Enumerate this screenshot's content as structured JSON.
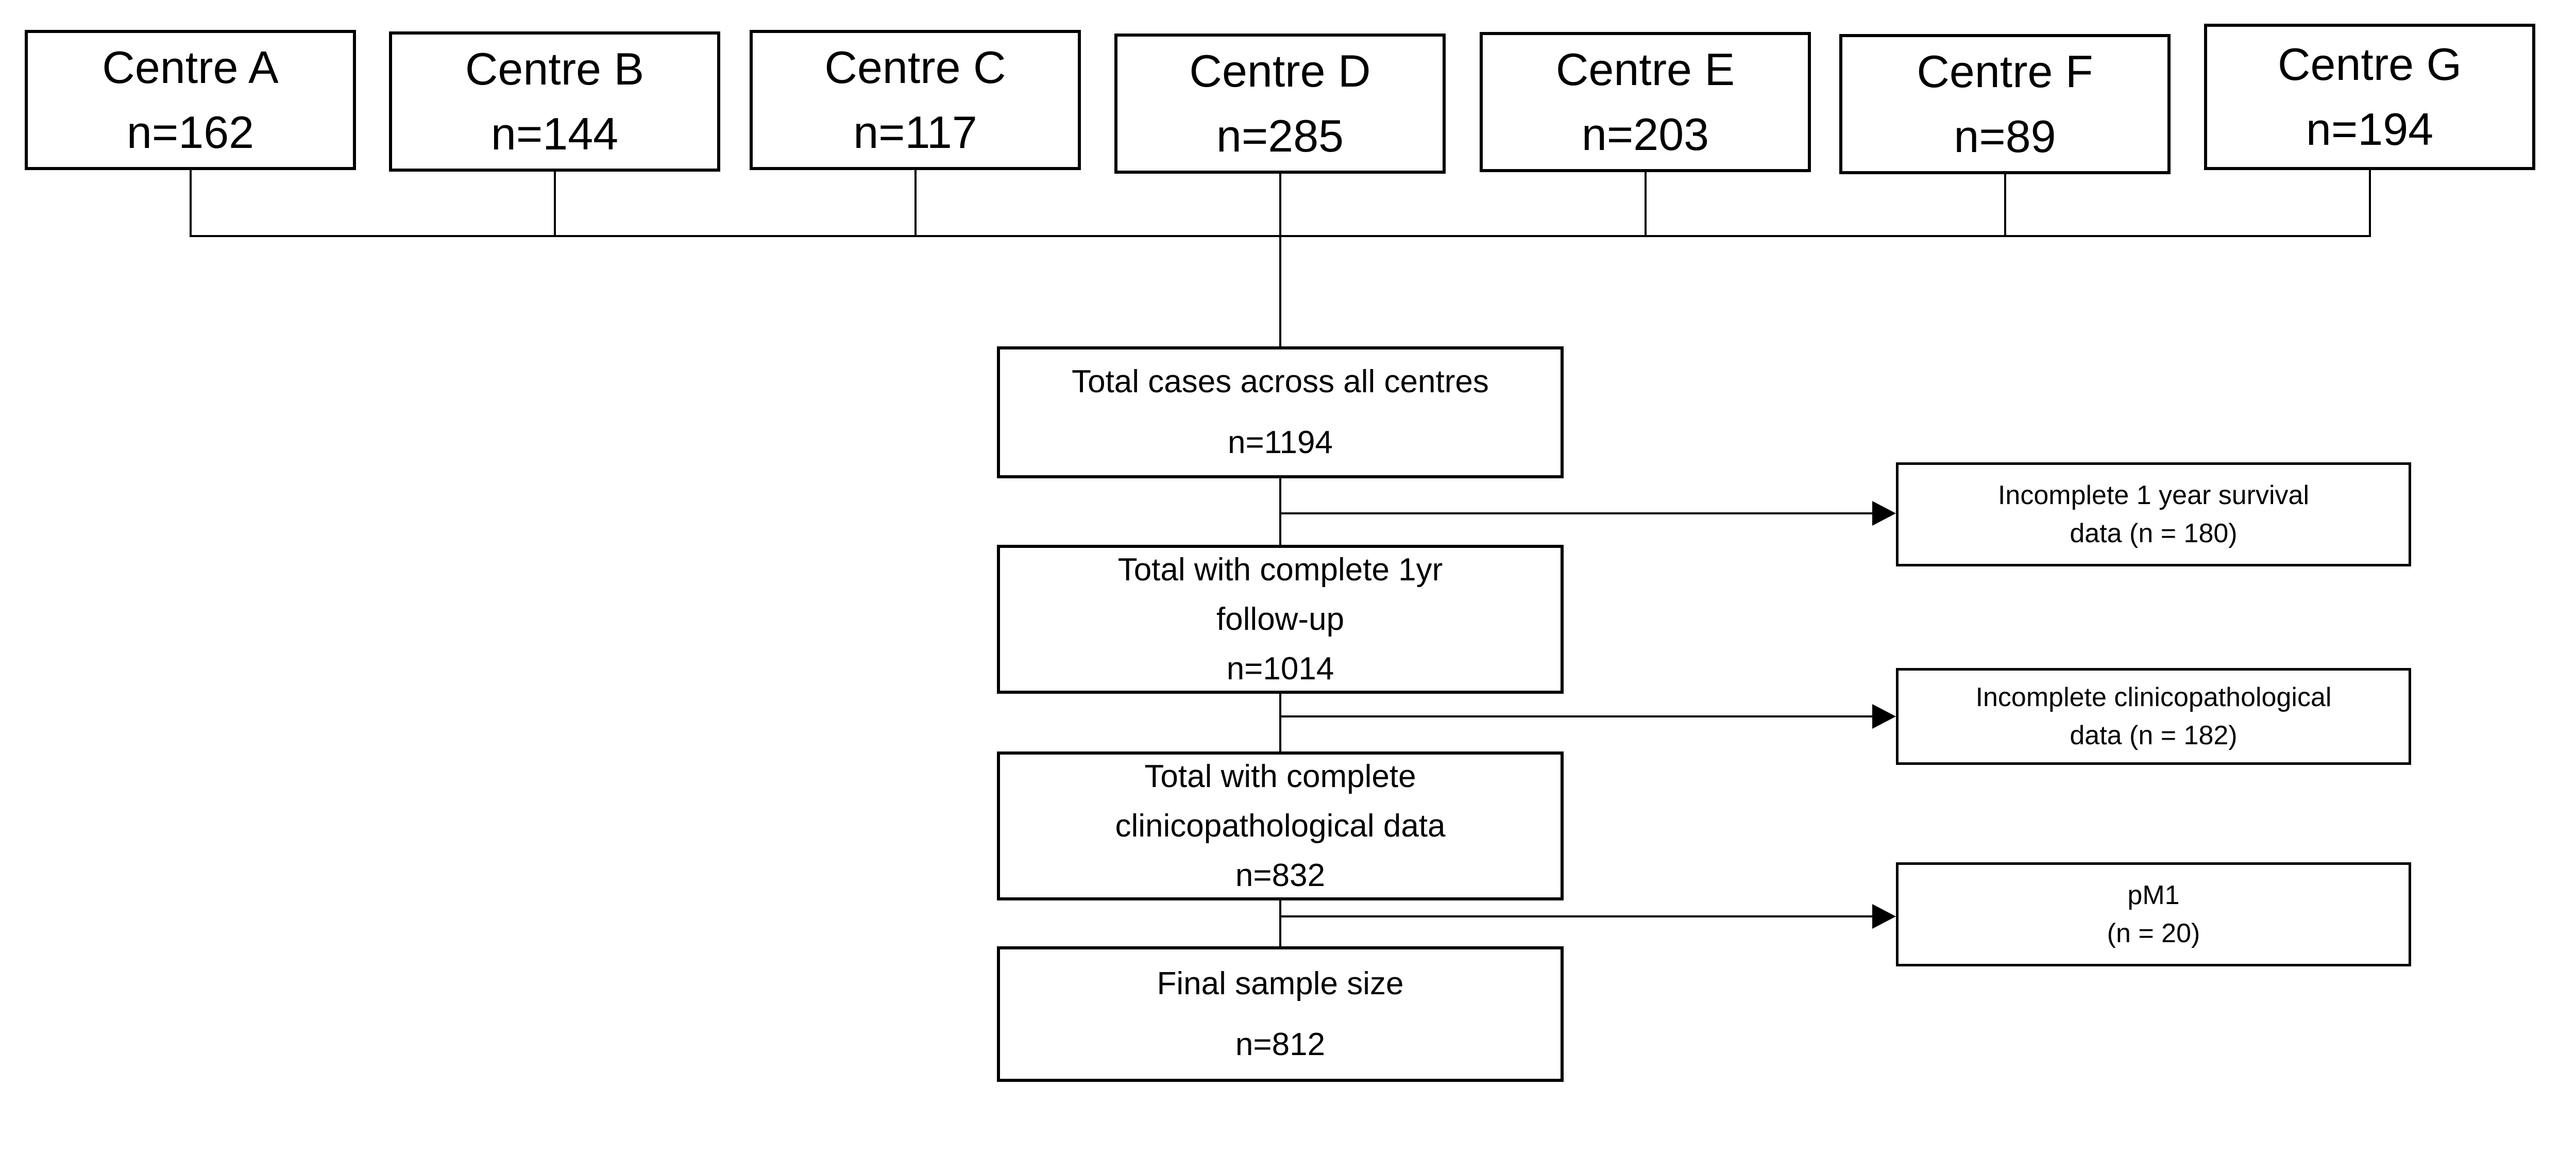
{
  "centres": [
    {
      "label": "Centre A",
      "count": "n=162"
    },
    {
      "label": "Centre B",
      "count": "n=144"
    },
    {
      "label": "Centre C",
      "count": "n=117"
    },
    {
      "label": "Centre D",
      "count": "n=285"
    },
    {
      "label": "Centre E",
      "count": "n=203"
    },
    {
      "label": "Centre F",
      "count": "n=89"
    },
    {
      "label": "Centre G",
      "count": "n=194"
    }
  ],
  "flow_boxes": [
    {
      "line1": "Total cases across all centres",
      "line2": "n=1194"
    },
    {
      "line1": "Total with complete 1yr",
      "line2": "follow-up",
      "line3": "n=1014"
    },
    {
      "line1": "Total with complete",
      "line2": "clinicopathological data",
      "line3": "n=832"
    },
    {
      "line1": "Final sample size",
      "line2": "n=812"
    }
  ],
  "exclusion_boxes": [
    {
      "line1": "Incomplete 1 year survival",
      "line2": "data (n = 180)"
    },
    {
      "line1": "Incomplete clinicopathological",
      "line2": "data (n = 182)"
    },
    {
      "line1": "pM1",
      "line2": "(n = 20)"
    }
  ],
  "colors": {
    "background": "#ffffff",
    "box_fill": "#ffffff",
    "box_border": "#000000",
    "text": "#000000",
    "connector": "#000000"
  }
}
